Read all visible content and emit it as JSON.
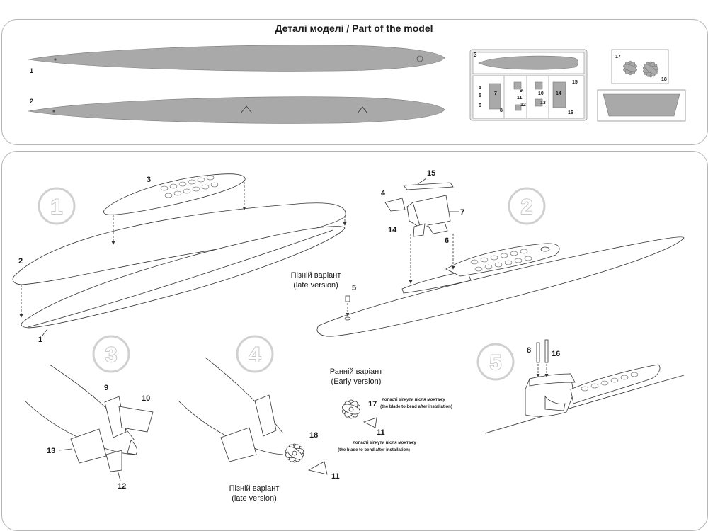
{
  "header": {
    "title": "Деталі моделі / Part of the model"
  },
  "parts_row": {
    "hull_top_label": "1",
    "hull_bottom_label": "2"
  },
  "sprue_labels": [
    "3",
    "4",
    "5",
    "6",
    "7",
    "8",
    "9",
    "10",
    "11",
    "12",
    "13",
    "14",
    "15",
    "16"
  ],
  "pe_labels": [
    "17",
    "18"
  ],
  "steps": [
    {
      "number": "1",
      "callouts": [
        "1",
        "2",
        "3"
      ]
    },
    {
      "number": "2",
      "callouts": [
        "4",
        "5",
        "6",
        "7",
        "14",
        "15"
      ],
      "late_version": {
        "ua": "Пізній варіант",
        "en": "(late version)"
      }
    },
    {
      "number": "3",
      "callouts": [
        "9",
        "10",
        "12",
        "13"
      ]
    },
    {
      "number": "4",
      "callouts": [
        "18",
        "11"
      ],
      "late_version": {
        "ua": "Пізній варіант",
        "en": "(late version)"
      }
    },
    {
      "number": "5",
      "callouts": [
        "8",
        "16"
      ]
    }
  ],
  "early_version": {
    "ua": "Ранній варіант",
    "en": "(Early version)",
    "callouts": [
      "17",
      "11"
    ],
    "note_ua": "лопасті зігнути після монтажу",
    "note_en": "(the blade to bend after installation)"
  },
  "late_note": {
    "ua": "лопасті зігнути після монтажу",
    "en": "(the blade to bend after installation)"
  },
  "colors": {
    "part_gray": "#a9a9a9",
    "step_ring": "#d0d0d0",
    "border": "#b5b5b5"
  }
}
